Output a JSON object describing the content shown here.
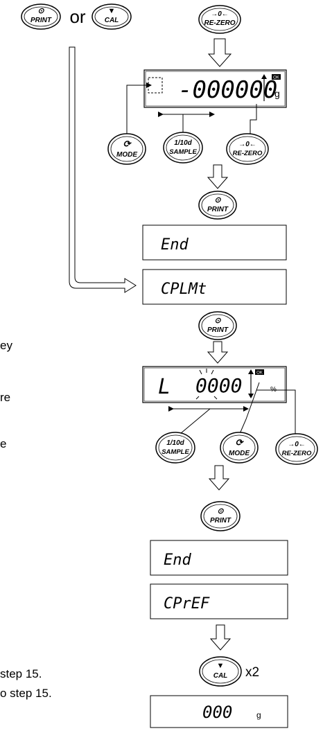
{
  "buttons": {
    "print": "PRINT",
    "cal": "CAL",
    "rezero": "RE-ZERO",
    "rezero_symbol": "→0←",
    "mode": "MODE",
    "sample_top": "1/10d",
    "sample_bottom": "SAMPLE",
    "print_symbol": "⊙",
    "cal_symbol": "▼",
    "mode_symbol": "⟳"
  },
  "connector_or": "or",
  "display1": {
    "digits": "-000000",
    "unit": "g",
    "ok": "OK"
  },
  "display_end1": "End",
  "display_cplmt": "CPLMt",
  "display2": {
    "prefix": "L",
    "digits": "0000",
    "unit": "%",
    "ok": "OK"
  },
  "display_end2": "End",
  "display_cpref": "CPrEF",
  "cal_multiplier": "x2",
  "display_final": {
    "digits": "000",
    "unit": "g"
  },
  "left_text": {
    "ey": "ey",
    "re": "re",
    "e": "e",
    "step1": "step 15.",
    "step2": "o step 15."
  }
}
